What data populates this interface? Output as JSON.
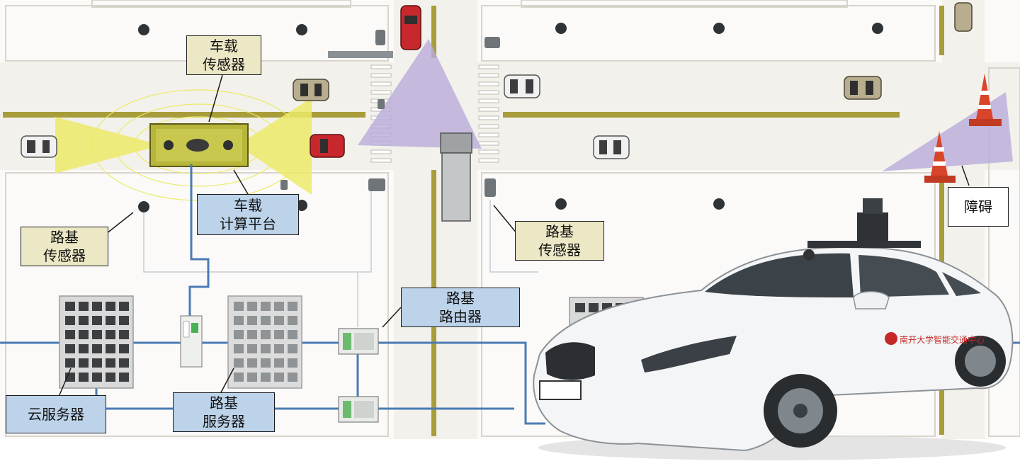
{
  "labels": {
    "vehicle_sensor": [
      "车载",
      "传感器"
    ],
    "vehicle_computing": [
      "车载",
      "计算平台"
    ],
    "roadside_sensor_left": [
      "路基",
      "传感器"
    ],
    "roadside_sensor_mid": [
      "路基",
      "传感器"
    ],
    "obstacle": [
      "障碍"
    ],
    "roadside_router": [
      "路基",
      "路由器"
    ],
    "cloud_server": [
      "云服务器"
    ],
    "roadside_server": [
      "路基",
      "服务器"
    ]
  },
  "car_logo_text": "南开大学智能交通中心",
  "colors": {
    "road": "#f4f2ee",
    "sidewalk": "#fbfaf8",
    "lane_line": "#a89d3a",
    "network_line": "#4a7bb5",
    "sensor_beam": "#ecea6a",
    "camera_cone": "#b9addb",
    "label_tan": "#ece7c5",
    "label_blue": "#bcd3ea",
    "ego_vehicle": "#b7b53a",
    "car_red": "#c8282d",
    "car_tan": "#b8ae8f",
    "car_white": "#f0f0f0",
    "cone_orange": "#d9452a"
  },
  "icons": {
    "servers": "server-rack-icon",
    "router": "network-switch-icon",
    "sensors": "roadside-camera-icon",
    "cones": "traffic-cone-icon",
    "vehicle": "autonomous-car-icon"
  }
}
